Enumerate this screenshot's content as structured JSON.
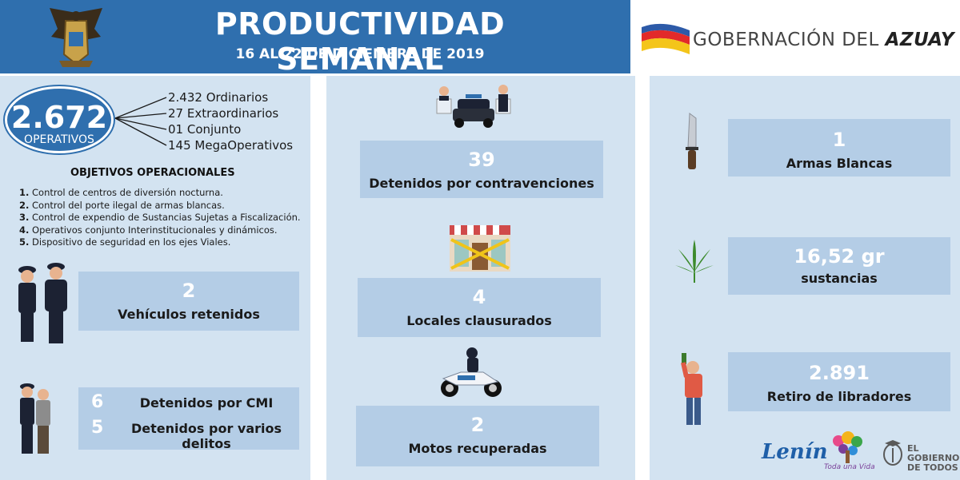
{
  "header": {
    "title": "PRODUCTIVIDAD SEMANAL",
    "subtitle": "16 AL 22 DE DICIEMBRE DE 2019",
    "gov_prefix": "GOBERNACIÓN DEL",
    "gov_name": "AZUAY"
  },
  "operativos": {
    "total": "2.672",
    "label": "OPERATIVOS",
    "breakdown": [
      "2.432  Ordinarios",
      "27  Extraordinarios",
      "01  Conjunto",
      "145  MegaOperativos"
    ]
  },
  "objetivos": {
    "title": "OBJETIVOS OPERACIONALES",
    "items": [
      {
        "n": "1.",
        "text": " Control de centros de diversión nocturna."
      },
      {
        "n": "2.",
        "text": " Control del porte ilegal de armas blancas."
      },
      {
        "n": "3.",
        "text": " Control de expendio de Sustancias Sujetas a Fiscalización."
      },
      {
        "n": "4.",
        "text": " Operativos conjunto Interinstitucionales y dinámicos."
      },
      {
        "n": "5.",
        "text": " Dispositivo de seguridad en los ejes Viales."
      }
    ]
  },
  "vehiculos": {
    "value": "2",
    "label": "Vehículos retenidos"
  },
  "detenidos": [
    {
      "value": "6",
      "label": "Detenidos por CMI"
    },
    {
      "value": "5",
      "label": "Detenidos por varios delitos"
    }
  ],
  "contravenciones": {
    "value": "39",
    "label": "Detenidos por contravenciones"
  },
  "locales": {
    "value": "4",
    "label": "Locales clausurados"
  },
  "motos": {
    "value": "2",
    "label": "Motos recuperadas"
  },
  "armas": {
    "value": "1",
    "label": "Armas Blancas"
  },
  "sustancias": {
    "value": "16,52 gr",
    "label": "sustancias"
  },
  "libadores": {
    "value": "2.891",
    "label": "Retiro de libradores"
  },
  "footer": {
    "lenin": "Lenín",
    "tree_caption": "Toda una Vida",
    "gob_lines": [
      "EL",
      "GOBIERNO",
      "DE TODOS"
    ]
  },
  "colors": {
    "header_blue": "#2f6fae",
    "panel_bg": "#d3e3f1",
    "box_bg": "#b4cde6"
  }
}
